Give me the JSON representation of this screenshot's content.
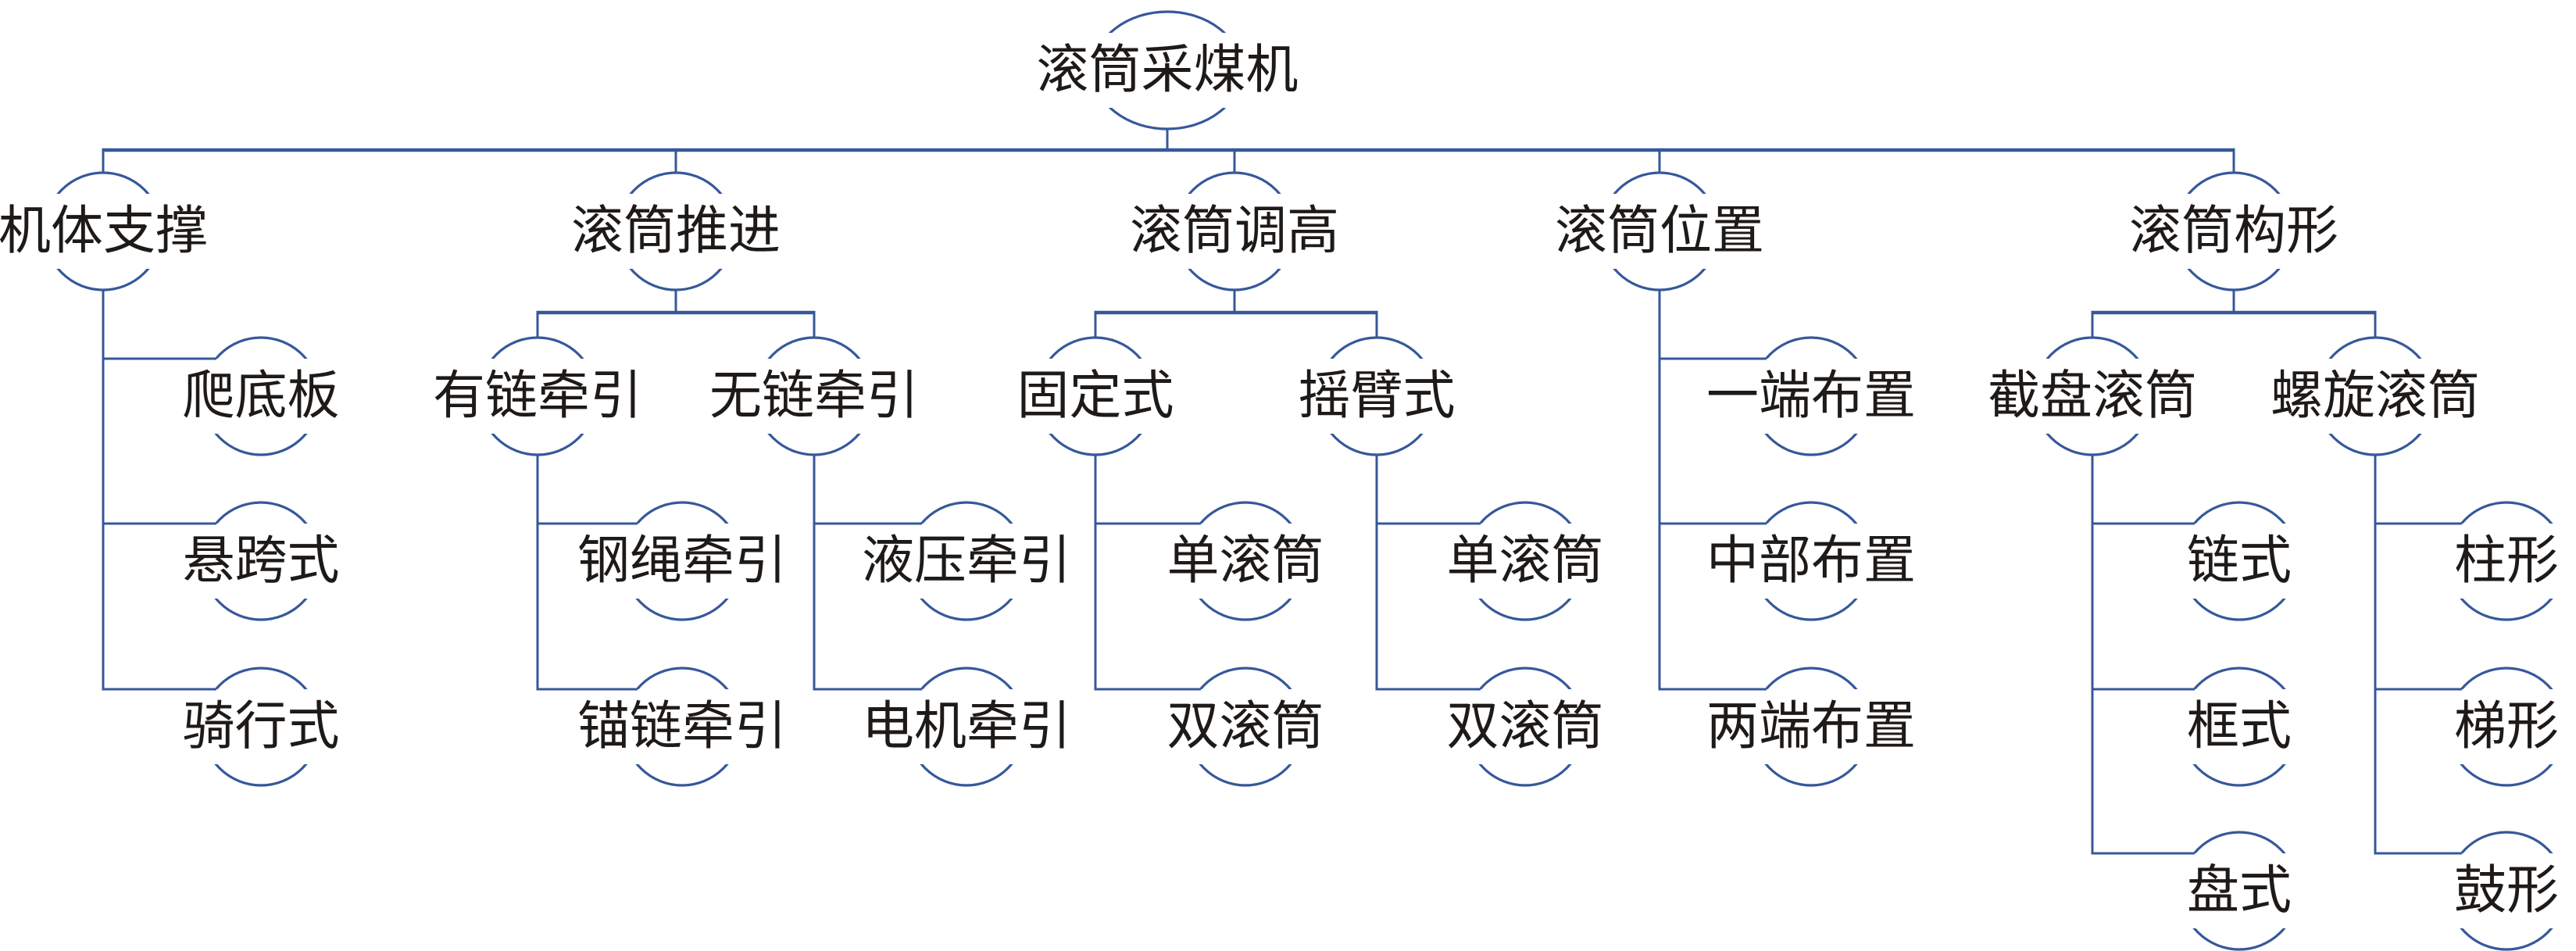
{
  "colors": {
    "line": "#36589A",
    "text": "#1E1A17",
    "background": "#FFFFFF"
  },
  "tree": {
    "label": "滚筒采煤机",
    "children": [
      {
        "label": "机体支撑",
        "children": [
          {
            "label": "爬底板"
          },
          {
            "label": "悬跨式"
          },
          {
            "label": "骑行式"
          }
        ]
      },
      {
        "label": "滚筒推进",
        "children": [
          {
            "label": "有链牵引",
            "children": [
              {
                "label": "钢绳牵引"
              },
              {
                "label": "锚链牵引"
              }
            ]
          },
          {
            "label": "无链牵引",
            "children": [
              {
                "label": "液压牵引"
              },
              {
                "label": "电机牵引"
              }
            ]
          }
        ]
      },
      {
        "label": "滚筒调高",
        "children": [
          {
            "label": "固定式",
            "children": [
              {
                "label": "单滚筒"
              },
              {
                "label": "双滚筒"
              }
            ]
          },
          {
            "label": "摇臂式",
            "children": [
              {
                "label": "单滚筒"
              },
              {
                "label": "双滚筒"
              }
            ]
          }
        ]
      },
      {
        "label": "滚筒位置",
        "children": [
          {
            "label": "一端布置"
          },
          {
            "label": "中部布置"
          },
          {
            "label": "两端布置"
          }
        ]
      },
      {
        "label": "滚筒构形",
        "children": [
          {
            "label": "截盘滚筒",
            "children": [
              {
                "label": "链式"
              },
              {
                "label": "框式"
              },
              {
                "label": "盘式"
              }
            ]
          },
          {
            "label": "螺旋滚筒",
            "children": [
              {
                "label": "柱形"
              },
              {
                "label": "梯形"
              },
              {
                "label": "鼓形"
              }
            ]
          }
        ]
      }
    ]
  }
}
